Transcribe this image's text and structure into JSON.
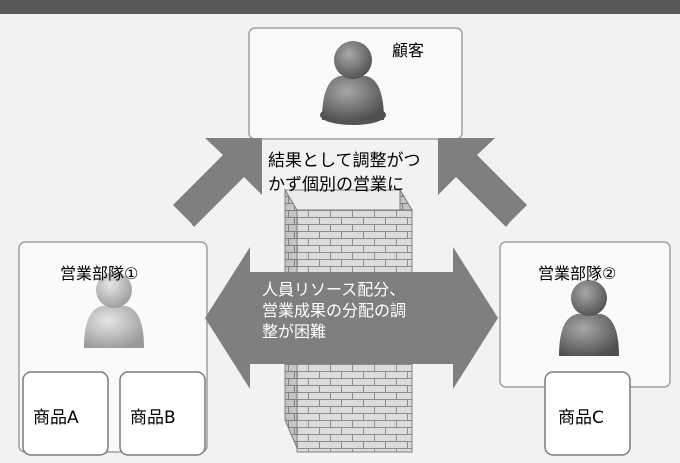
{
  "customer": {
    "label": "顧客"
  },
  "team1": {
    "label": "営業部隊①",
    "products": [
      "商品A",
      "商品B"
    ]
  },
  "team2": {
    "label": "営業部隊②",
    "products": [
      "商品C"
    ]
  },
  "result_note": {
    "line1": "結果として調整がつ",
    "line2": "かず個別の営業に"
  },
  "arrow_note": {
    "line1": "人員リソース配分、",
    "line2": "営業成果の分配の調",
    "line3": "整が困難"
  },
  "colors": {
    "top_bar": "#595959",
    "background": "#f2f2f2",
    "arrow": "#7f7f7f",
    "wall": "#e0e0e0",
    "person_dark": "#6f6f6f",
    "person_light": "#bfbfbf"
  }
}
